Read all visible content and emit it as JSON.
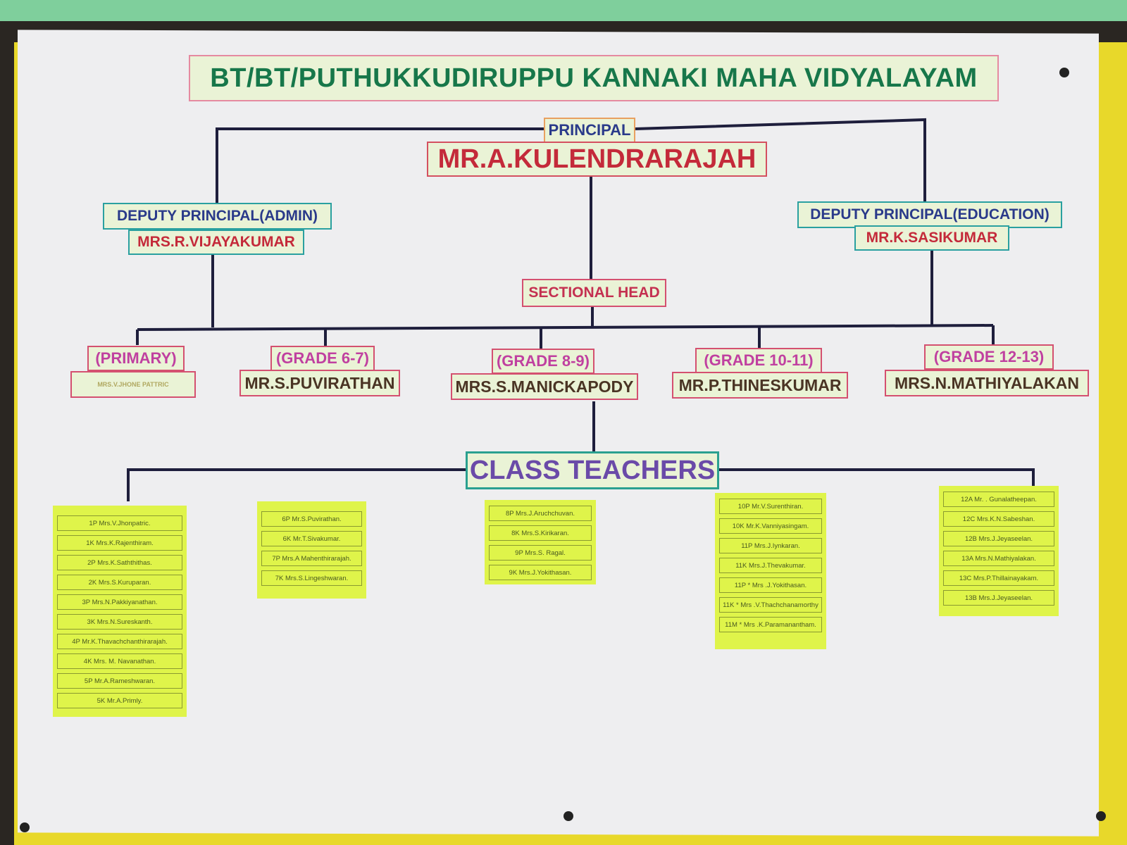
{
  "title": "BT/BT/PUTHUKKUDIRUPPU  KANNAKI MAHA  VIDYALAYAM",
  "principal": {
    "label": "PRINCIPAL",
    "name": "MR.A.KULENDRARAJAH"
  },
  "deputy_admin": {
    "label": "DEPUTY PRINCIPAL(ADMIN)",
    "name": "MRS.R.VIJAYAKUMAR"
  },
  "deputy_education": {
    "label": "DEPUTY PRINCIPAL(EDUCATION)",
    "name": "MR.K.SASIKUMAR"
  },
  "sectional_head": "SECTIONAL HEAD",
  "grades": [
    {
      "label": "(PRIMARY)",
      "name": "MRS.V.JHONE PATTRIC"
    },
    {
      "label": "(GRADE 6-7)",
      "name": "MR.S.PUVIRATHAN"
    },
    {
      "label": "(GRADE 8-9)",
      "name": "MRS.S.MANICKAPODY"
    },
    {
      "label": "(GRADE 10-11)",
      "name": "MR.P.THINESKUMAR"
    },
    {
      "label": "(GRADE 12-13)",
      "name": "MRS.N.MATHIYALAKAN"
    }
  ],
  "class_teachers_title": "CLASS TEACHERS",
  "class_teachers": [
    [
      "1P Mrs.V.Jhonpatric.",
      "1K Mrs.K.Rajenthiram.",
      "2P Mrs.K.Saththithas.",
      "2K Mrs.S.Kuruparan.",
      "3P Mrs.N.Pakkiyanathan.",
      "3K Mrs.N.Sureskanth.",
      "4P Mr.K.Thavachchanthirarajah.",
      "4K Mrs. M. Navanathan.",
      "5P Mr.A.Rameshwaran.",
      "5K Mr.A.Primly."
    ],
    [
      "6P Mr.S.Puvirathan.",
      "6K Mr.T.Sivakumar.",
      "7P Mrs.A Mahenthirarajah.",
      "7K Mrs.S.Lingeshwaran."
    ],
    [
      "8P Mrs.J.Aruchchuvan.",
      "8K Mrs.S.Kirikaran.",
      "9P Mrs.S. Ragal.",
      "9K Mrs.J.Yokithasan."
    ],
    [
      "10P Mr.V.Surenthiran.",
      "10K Mr.K.Vanniyasingam.",
      "11P Mrs.J.Iynkaran.",
      "11K Mrs.J.Thevakumar.",
      "11P * Mrs .J.Yokithasan.",
      "11K * Mrs .V.Thachchanamorthy",
      "11M * Mrs .K.Paramanantham."
    ],
    [
      "12A Mr.   . Gunalatheepan.",
      "12C Mrs.K.N.Sabeshan.",
      "12B Mrs.J.Jeyaseelan.",
      "13A Mrs.N.Mathiyalakan.",
      "13C Mrs.P.Thillainayakam.",
      "13B Mrs.J.Jeyaseelan."
    ]
  ]
}
